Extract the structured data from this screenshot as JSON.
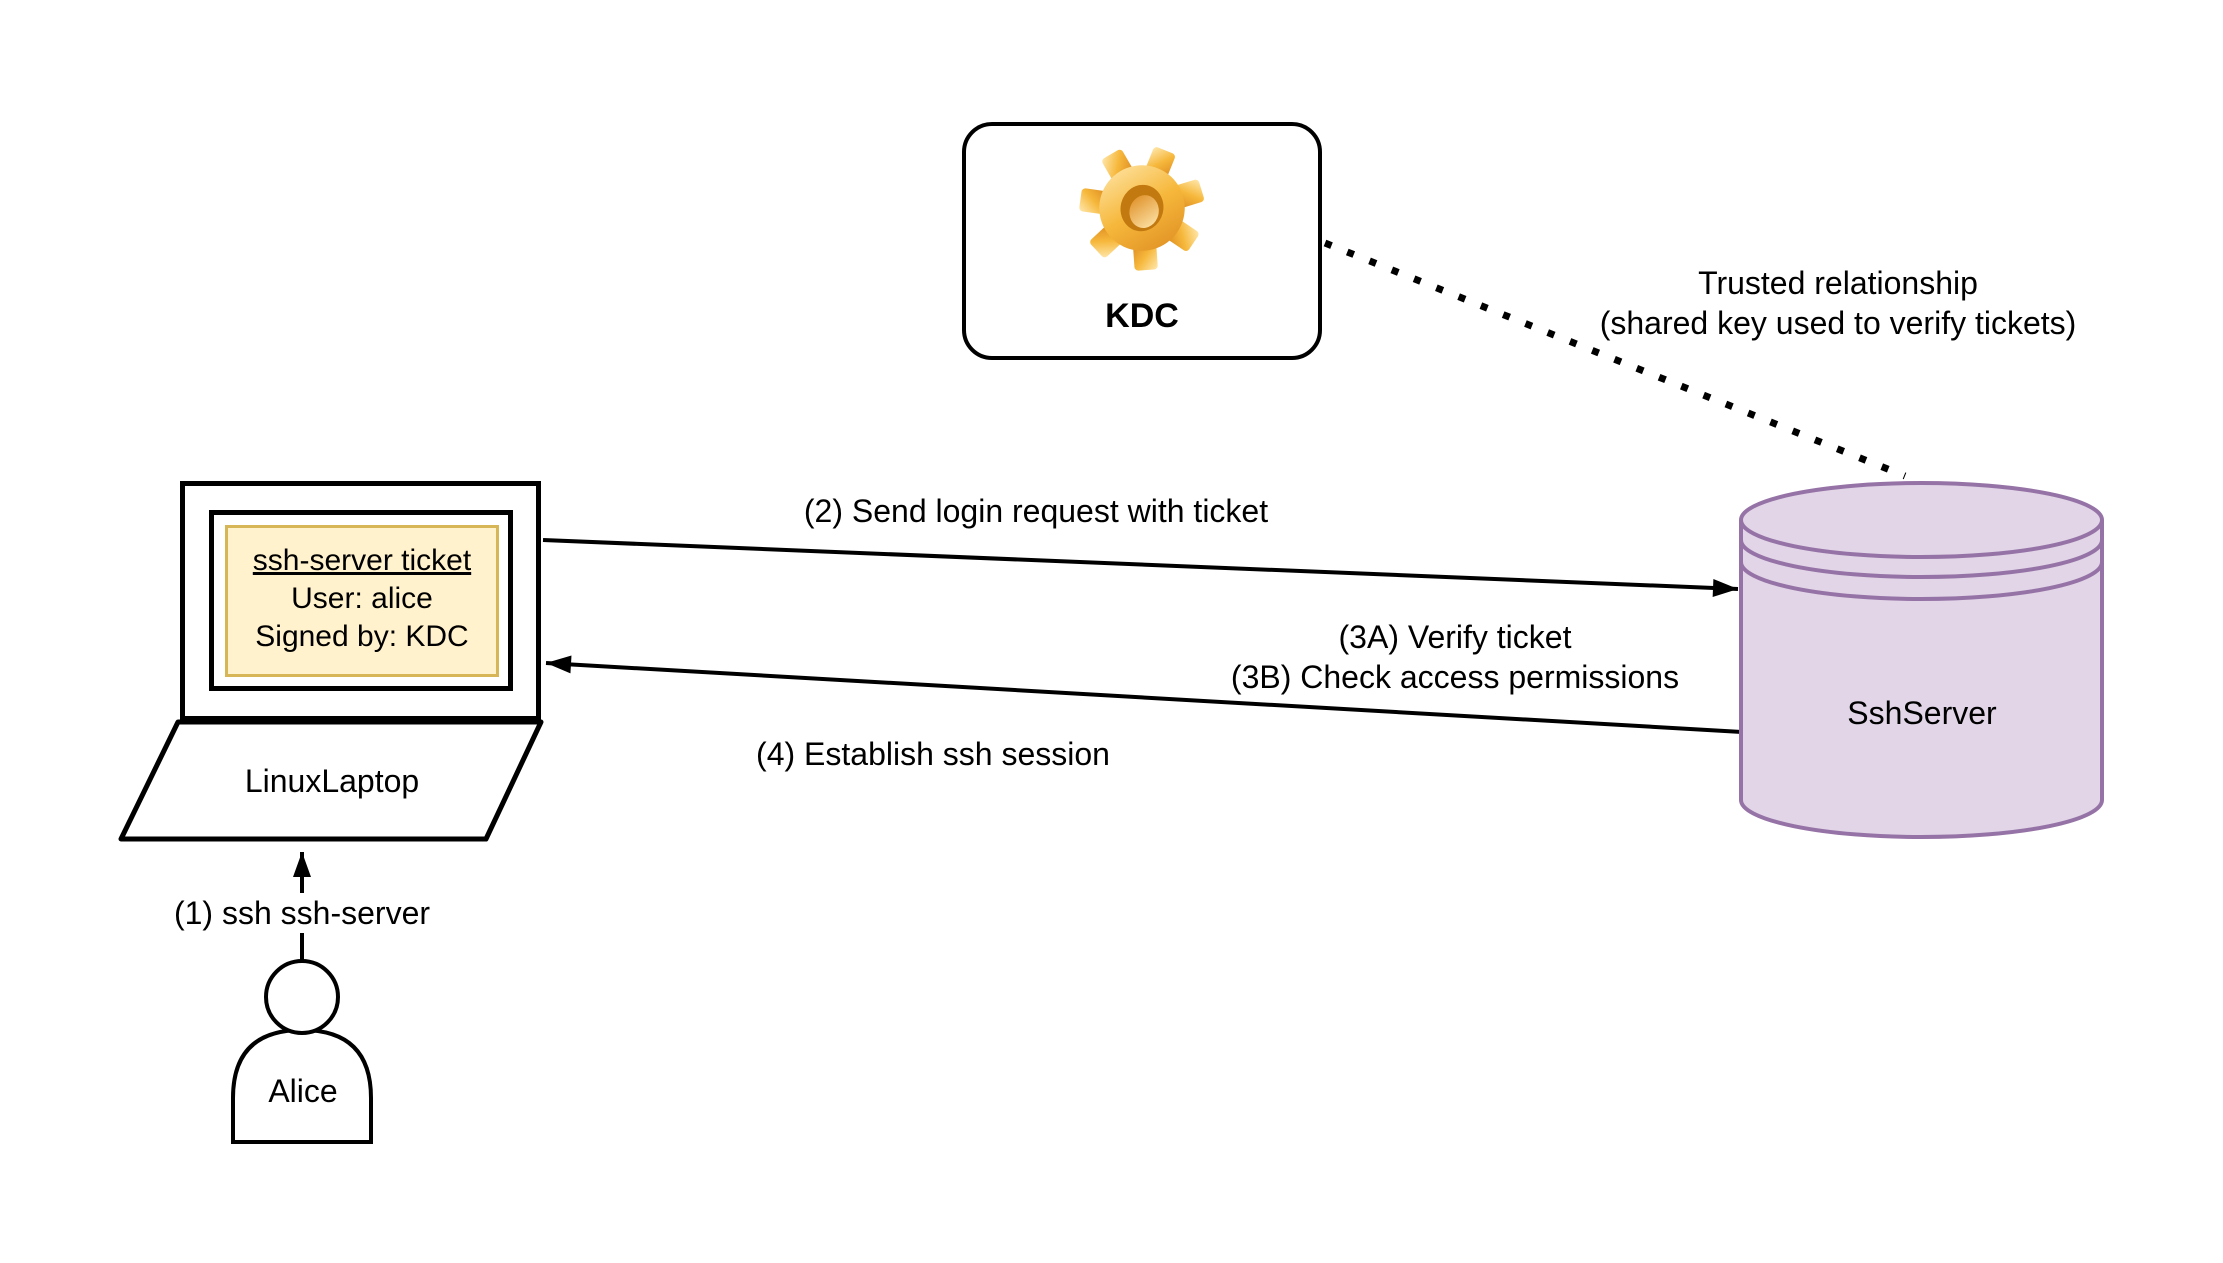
{
  "kdc": {
    "label": "KDC"
  },
  "trusted_note": {
    "line1": "Trusted relationship",
    "line2": "(shared key used to verify tickets)"
  },
  "laptop": {
    "label": "LinuxLaptop",
    "ticket": {
      "title": "ssh-server ticket",
      "user_line": "User: alice",
      "signed_line": "Signed by: KDC"
    }
  },
  "server": {
    "label": "SshServer"
  },
  "actor": {
    "label": "Alice"
  },
  "steps": {
    "s1": "(1) ssh ssh-server",
    "s2": "(2) Send login request with ticket",
    "s3a": "(3A) Verify ticket",
    "s3b": "(3B) Check access permissions",
    "s4": "(4) Establish ssh session"
  },
  "colors": {
    "background": "#FFFFFF",
    "stroke": "#000000",
    "ticket_fill": "#FFF2CC",
    "ticket_border": "#D6B656",
    "server_fill": "#E1D5E7",
    "server_border": "#9673A6",
    "gear_dark": "#DD8A1F",
    "gear_mid": "#F6B83C",
    "gear_light": "#FFE9B0",
    "gear_hole": "#C2790F"
  }
}
